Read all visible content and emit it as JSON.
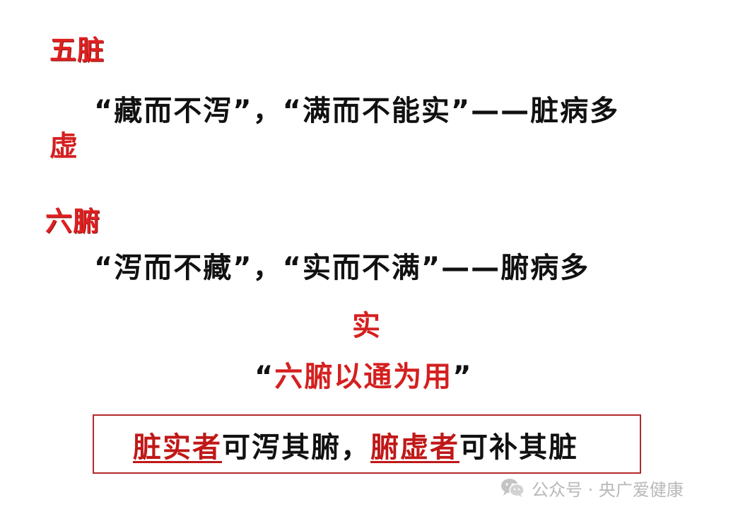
{
  "section1": {
    "heading": "五脏",
    "line_main": "“藏而不泻”，“满而不能实”——脏病多",
    "line_tail": "虚"
  },
  "section2": {
    "heading": "六腑",
    "line_main": "“泻而不藏”，“实而不满”——腑病多",
    "line_tail": "实",
    "quote_open": "“",
    "quote_text": "六腑以通为用",
    "quote_close": "”"
  },
  "boxed": {
    "part1": "脏实者",
    "part2": "可泻其腑，",
    "part3": "腑虚者",
    "part4": "可补其脏"
  },
  "watermark": {
    "icon": "wechat-icon",
    "text": "公众号 · 央广爱健康"
  }
}
